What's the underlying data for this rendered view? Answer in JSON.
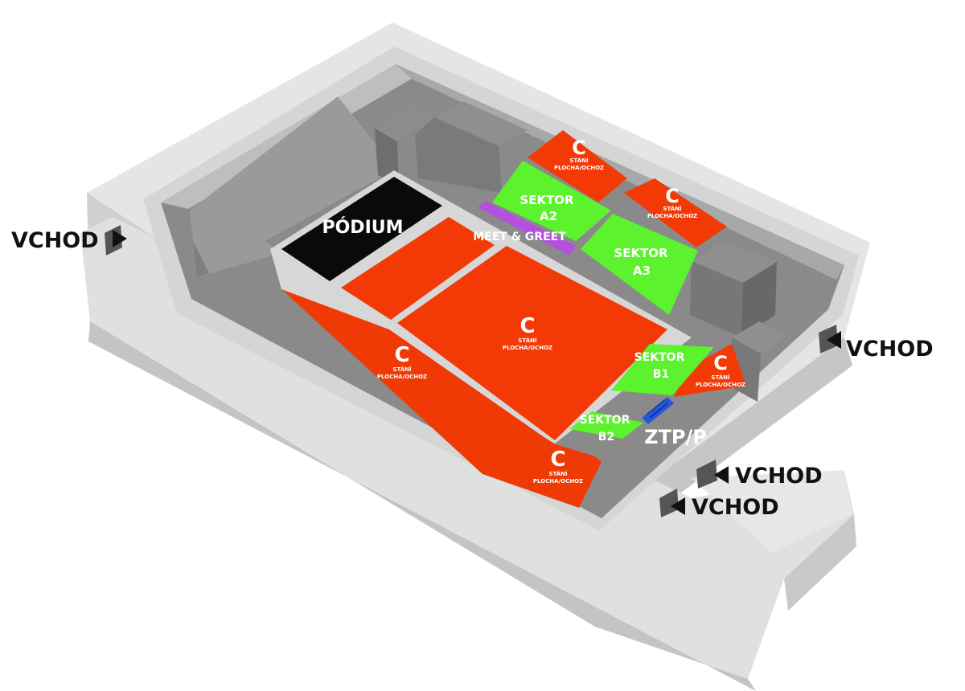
{
  "colors": {
    "standing": "#f33a06",
    "sector": "#5cf22e",
    "meet_greet": "#b450e0",
    "podium": "#0a0a0a",
    "ztp": "#2457d8",
    "building_light": "#e2e4e3",
    "building_shade": "#c9cbca",
    "floor": "#8a8a8a",
    "blocks": "#7c7c7c",
    "walkway": "#d9d9d9"
  },
  "labels": {
    "podium": "PÓDIUM",
    "meet_greet": "MEET & GREET",
    "sector_word": "SEKTOR",
    "sector_a2": "A2",
    "sector_a3": "A3",
    "sector_b1": "B1",
    "sector_b2": "B2",
    "standing_letter": "C",
    "standing_line1": "STÁNÍ",
    "standing_line2": "PLOCHA/OCHOZ",
    "ztp": "ZTP/P",
    "entrance": "VCHOD"
  },
  "icons": {
    "entrance_arrow": "triangle-right-icon",
    "entrance_arrow_left": "triangle-left-icon",
    "ztp_seats": "wheelchair-seats-icon"
  }
}
